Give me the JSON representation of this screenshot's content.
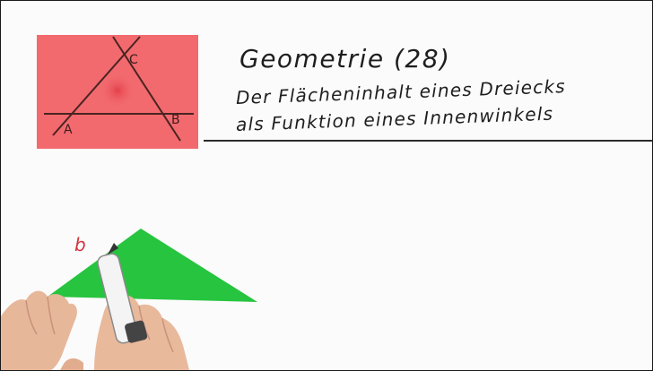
{
  "logo": {
    "vertex_a": "A",
    "vertex_b": "B",
    "vertex_c": "C",
    "background_color": "#f26a6e"
  },
  "board": {
    "title": "Geometrie (28)",
    "subtitle_line1": "Der Flächeninhalt eines Dreiecks",
    "subtitle_line2": "als Funktion eines Innenwinkels",
    "side_label": "b"
  },
  "colors": {
    "triangle_green": "#27c43f",
    "label_red": "#d2343c",
    "ink": "#1e1e1e"
  }
}
